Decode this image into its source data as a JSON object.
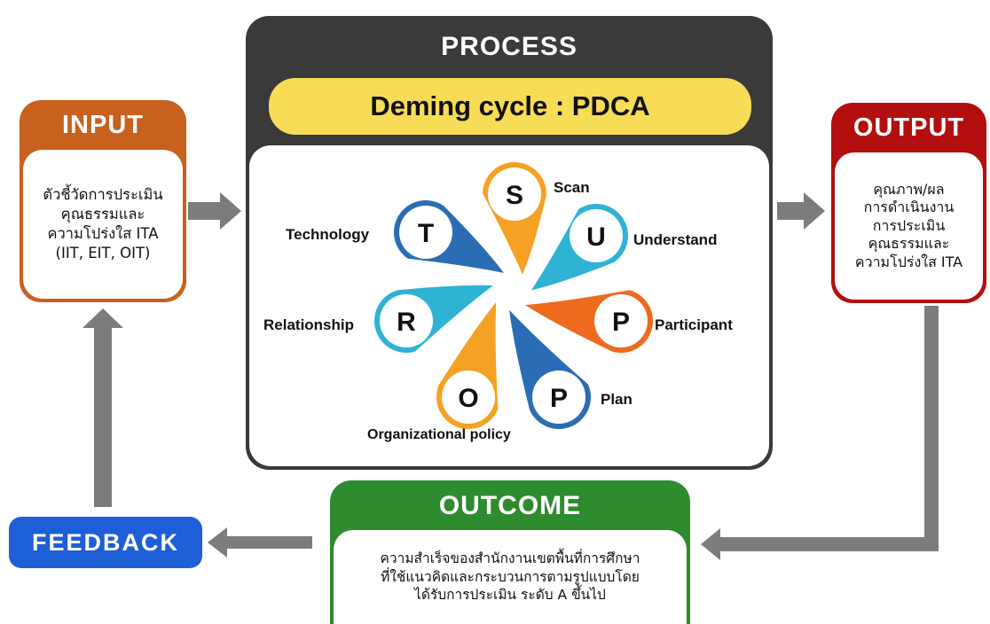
{
  "input": {
    "title": "INPUT",
    "lines": [
      "ตัวชี้วัดการประเมิน",
      "คุณธรรมและ",
      "ความโปร่งใส ITA",
      "(IIT, EIT, OIT)"
    ]
  },
  "process": {
    "title": "PROCESS",
    "subtitle": "Deming cycle : PDCA"
  },
  "output": {
    "title": "OUTPUT",
    "lines": [
      "คุณภาพ/ผล",
      "การดำเนินงาน",
      "การประเมิน",
      "คุณธรรมและ",
      "ความโปร่งใส ITA"
    ]
  },
  "outcome": {
    "title": "OUTCOME",
    "lines": [
      "ความสำเร็จของสำนักงานเขตพื้นที่การศึกษา",
      "ที่ใช้แนวคิดและกระบวนการตามรูปแบบโดย",
      "ได้รับการประเมิน ระดับ A ขึ้นไป"
    ]
  },
  "feedback": {
    "title": "FEEDBACK"
  },
  "petals": [
    {
      "letter": "S",
      "label": "Scan",
      "color": "#f5a124"
    },
    {
      "letter": "U",
      "label": "Understand",
      "color": "#2fb3d4"
    },
    {
      "letter": "P",
      "label": "Participant",
      "color": "#ee6a1e"
    },
    {
      "letter": "P",
      "label": "Plan",
      "color": "#2a6db5"
    },
    {
      "letter": "O",
      "label": "Organizational policy",
      "color": "#f5a124"
    },
    {
      "letter": "R",
      "label": "Relationship",
      "color": "#2fb3d4"
    },
    {
      "letter": "T",
      "label": "Technology",
      "color": "#2a6db5"
    }
  ],
  "colors": {
    "input": "#c8601e",
    "process": "#3a3a3a",
    "subtitle_bg": "#f6dc57",
    "output": "#b30f0f",
    "outcome": "#2e8b2e",
    "feedback": "#1e5ed6",
    "arrow": "#7c7c7c"
  }
}
